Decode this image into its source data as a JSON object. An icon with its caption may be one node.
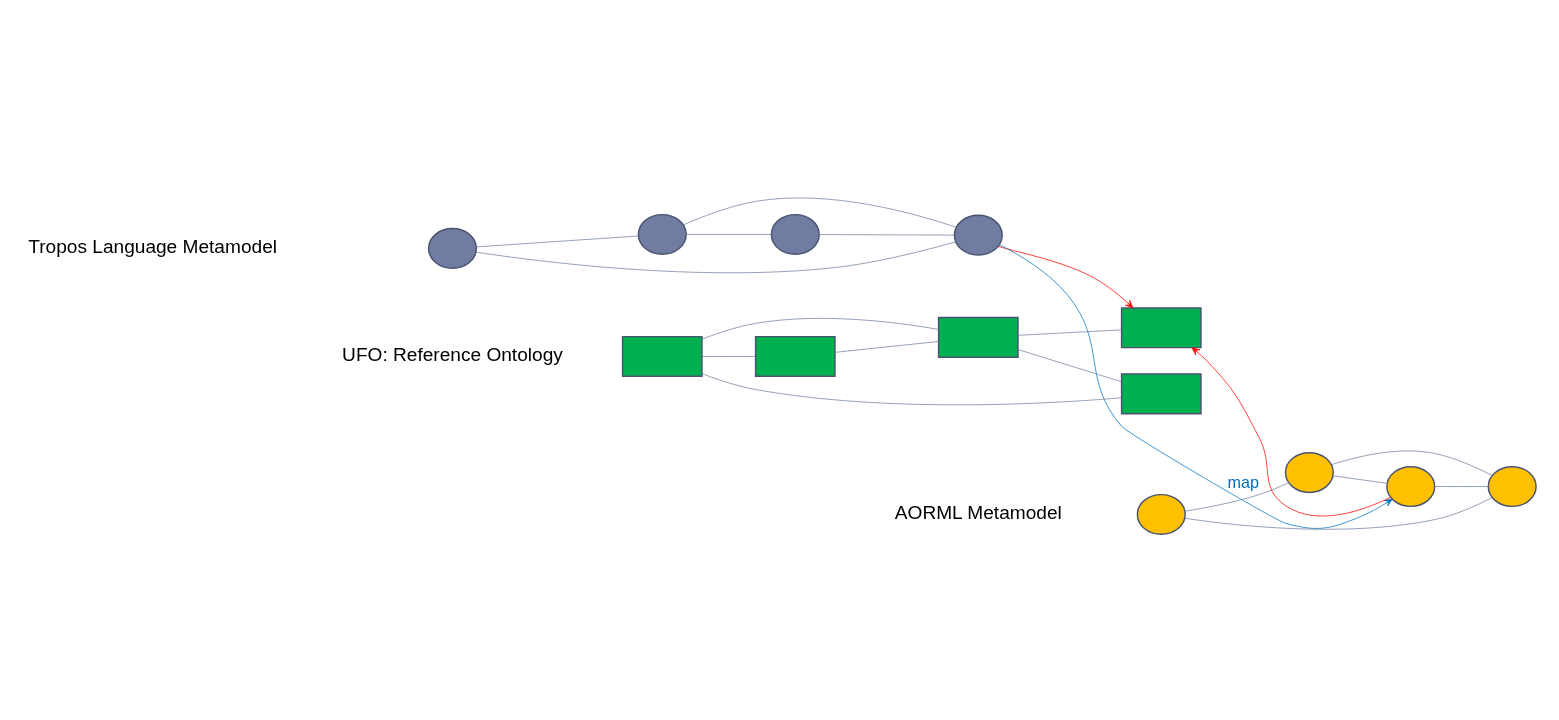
{
  "diagram": {
    "nodes": [
      {
        "text": [],
        "shape": "ellipse"
      },
      {
        "text": [],
        "shape": "ellipse"
      },
      {
        "text": [],
        "shape": "ellipse"
      },
      {
        "text": [],
        "shape": "ellipse"
      },
      {
        "text": [],
        "shape": "box"
      },
      {
        "text": [],
        "shape": "box"
      },
      {
        "text": [],
        "shape": "box"
      },
      {
        "text": [],
        "shape": "box"
      },
      {
        "text": [],
        "shape": "box"
      },
      {
        "text": [],
        "shape": "ellipse"
      },
      {
        "text": [],
        "shape": "ellipse"
      },
      {
        "text": [],
        "shape": "ellipse"
      },
      {
        "text": [],
        "shape": "ellipse"
      }
    ],
    "edges": [
      {
        "from": 0,
        "to": 1,
        "arrow": "none"
      },
      {
        "from": 0,
        "to": 3,
        "arrow": "none"
      },
      {
        "from": 1,
        "to": 2,
        "arrow": "none"
      },
      {
        "from": 1,
        "to": 3,
        "arrow": "none"
      },
      {
        "from": 2,
        "to": 3,
        "arrow": "none"
      },
      {
        "from": 4,
        "to": 5,
        "arrow": "none"
      },
      {
        "from": 4,
        "to": 6,
        "arrow": "none"
      },
      {
        "from": 5,
        "to": 6,
        "arrow": "none"
      },
      {
        "from": 6,
        "to": 7,
        "arrow": "none"
      },
      {
        "from": 6,
        "to": 8,
        "arrow": "none"
      },
      {
        "from": 4,
        "to": 8,
        "arrow": "none"
      },
      {
        "from": 9,
        "to": 10,
        "arrow": "none"
      },
      {
        "from": 9,
        "to": 12,
        "arrow": "none"
      },
      {
        "from": 10,
        "to": 11,
        "arrow": "none"
      },
      {
        "from": 10,
        "to": 12,
        "arrow": "none"
      },
      {
        "from": 11,
        "to": 12,
        "arrow": "none"
      },
      {
        "from": 3,
        "to": 7,
        "arrow": "to",
        "color": "#ff0000"
      },
      {
        "from": 11,
        "to": 7,
        "arrow": "to",
        "color": "#ff0000"
      },
      {
        "from": 3,
        "to": 11,
        "arrow": "to",
        "label": "map",
        "color": "#0070c0"
      }
    ],
    "labels": [
      "Tropos Language Metamodel",
      "UFO: Reference Ontology",
      "AORML Metamodel"
    ]
  }
}
